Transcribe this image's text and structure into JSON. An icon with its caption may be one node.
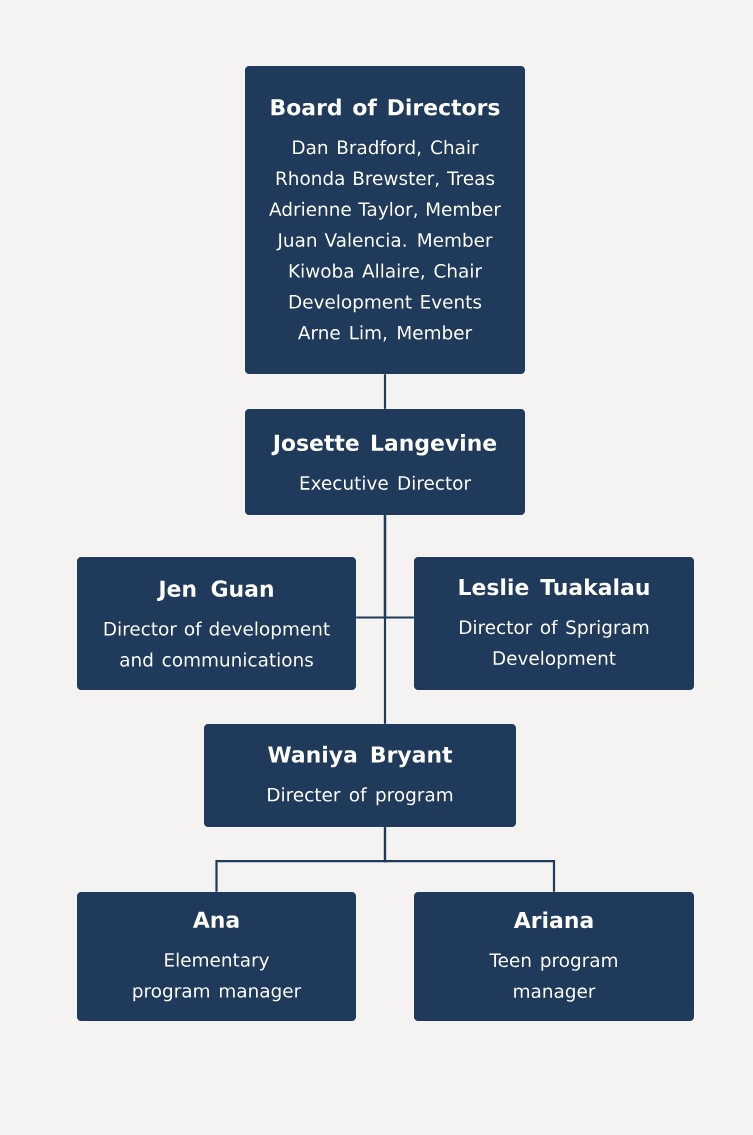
{
  "diagram": {
    "nodes": [
      {
        "text": [
          "Board of Directors",
          "Dan Bradford, Chair",
          "Rhonda Brewster, Treas",
          "Adrienne Taylor, Member",
          "Juan Valencia. Member",
          "Kiwoba Allaire, Chair Development Events",
          "Arne Lim, Member"
        ]
      },
      {
        "text": [
          "Josette Langevine",
          "Executive Director"
        ]
      },
      {
        "text": [
          "Jen Guan",
          "Director of development and communications"
        ]
      },
      {
        "text": [
          "Leslie Tuakalau",
          "Director of Sprigram Development"
        ]
      },
      {
        "text": [
          "Waniya Bryant",
          "Directer of program"
        ]
      },
      {
        "text": [
          "Ana",
          "Elementary program manager"
        ]
      },
      {
        "text": [
          "Ariana",
          "Teen program manager"
        ]
      }
    ],
    "edges": [
      {
        "from": 0,
        "to": 1,
        "arrow": "none"
      },
      {
        "from": 1,
        "to": 2,
        "arrow": "none"
      },
      {
        "from": 1,
        "to": 3,
        "arrow": "none"
      },
      {
        "from": 1,
        "to": 4,
        "arrow": "none"
      },
      {
        "from": 4,
        "to": 5,
        "arrow": "none"
      },
      {
        "from": 4,
        "to": 6,
        "arrow": "none"
      }
    ]
  }
}
